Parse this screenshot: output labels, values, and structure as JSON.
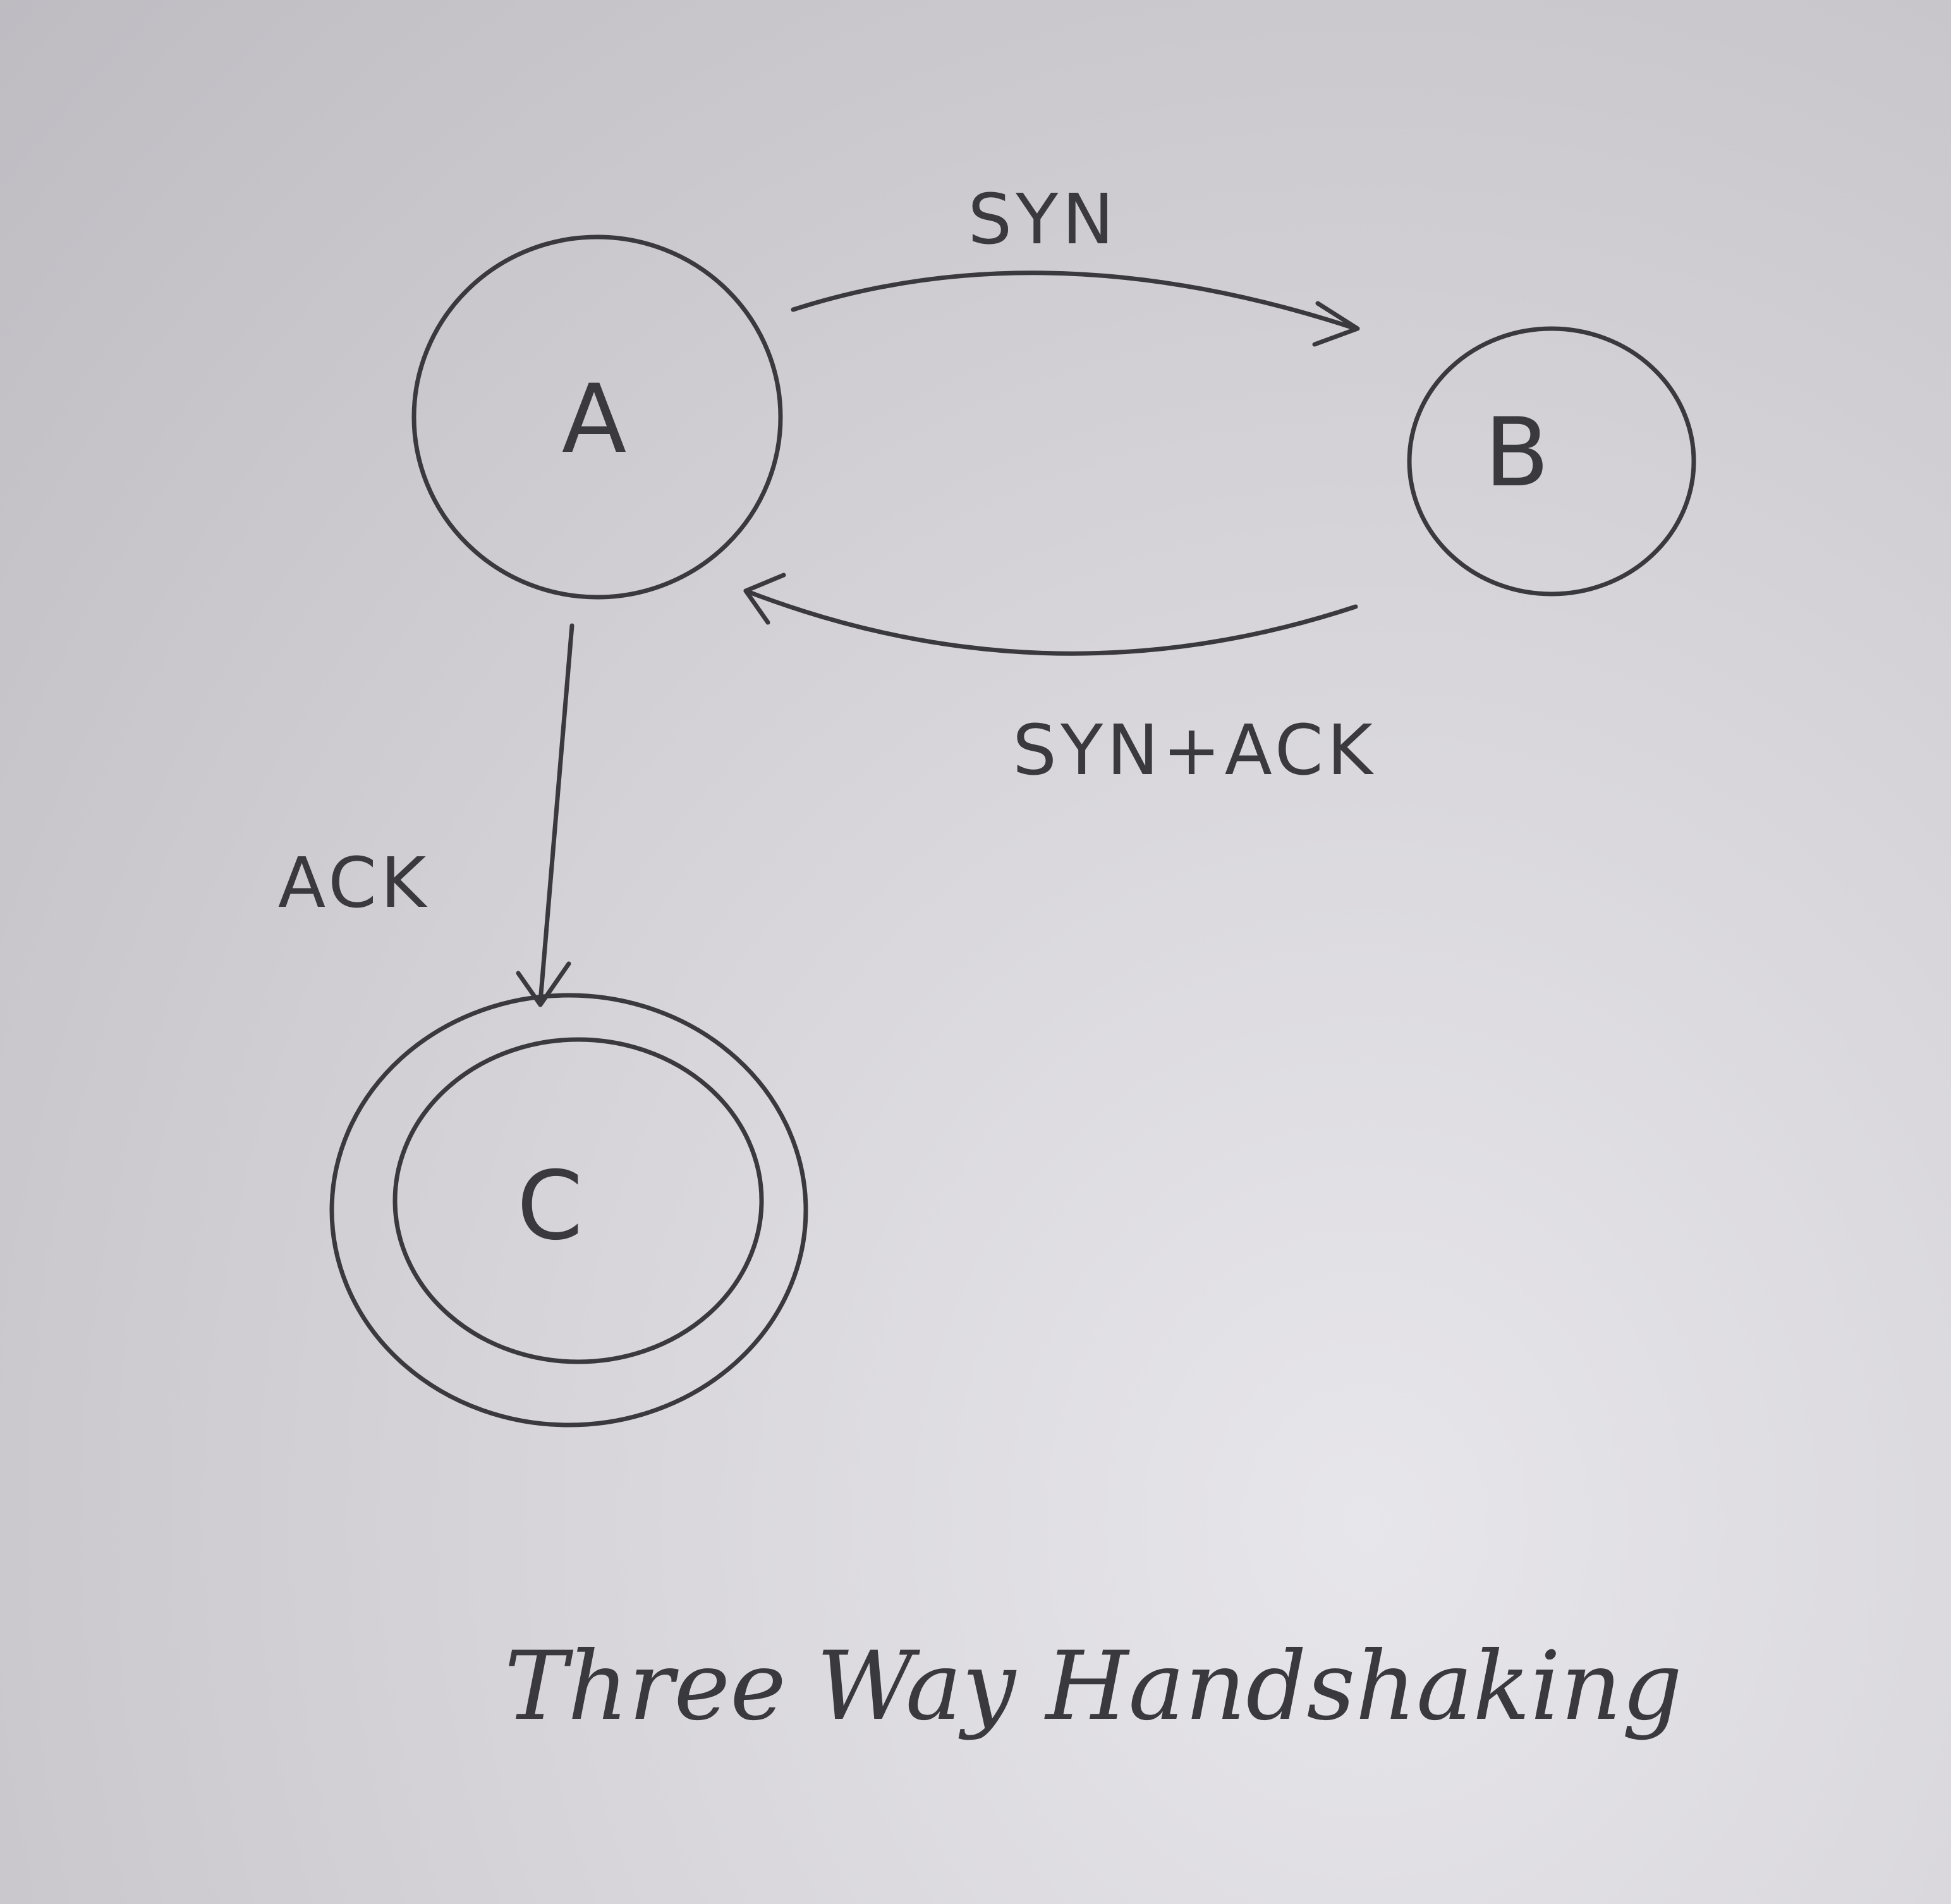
{
  "diagram": {
    "caption": "Three Way Handshaking",
    "nodes": {
      "a": {
        "label": "A"
      },
      "b": {
        "label": "B"
      },
      "c": {
        "label": "C",
        "accepting": true
      }
    },
    "edges": {
      "a_to_b": {
        "label": "SYN"
      },
      "b_to_a": {
        "label": "SYN+ACK"
      },
      "a_to_c": {
        "label": "ACK"
      }
    },
    "ink_color": "#3a3a3e",
    "paper_color": "#d6d4d8"
  }
}
